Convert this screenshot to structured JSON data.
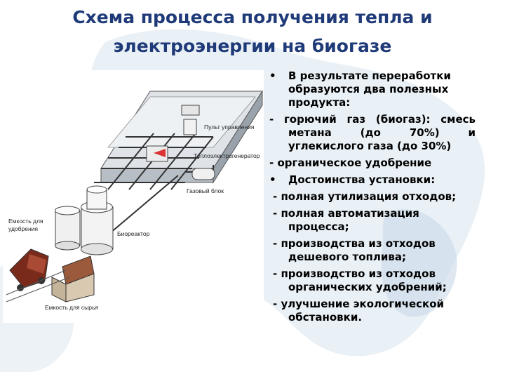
{
  "title": {
    "line1": "Схема процесса получения тепла и",
    "line2": "электроэнергии на биогазе"
  },
  "diagram": {
    "labels": {
      "control_panel": "Пульт управления",
      "cogenerator": "Теплоэлектрогенератор",
      "gas_unit": "Газовый блок",
      "fertilizer_tank": "Емкость для удобрения",
      "bioreactor": "Биореактор",
      "raw_tank": "Емкость для сырья"
    }
  },
  "content": {
    "bullet_symbol": "•",
    "items": [
      {
        "kind": "bullet",
        "text": "В результате переработки образуются два полезных продукта:"
      },
      {
        "kind": "dash",
        "text": "- горючий газ (биогаз): смесь метана (до 70%) и углекислого газа (до 30%)"
      },
      {
        "kind": "dash",
        "text": "- органическое удобрение"
      },
      {
        "kind": "bullet",
        "text": "Достоинства установки:"
      },
      {
        "kind": "dash2",
        "text": "- полная утилизация отходов;"
      },
      {
        "kind": "dash2",
        "text": "- полная автоматизация процесса;"
      },
      {
        "kind": "dash2",
        "text": "- производства из отходов дешевого топлива;"
      },
      {
        "kind": "dash2",
        "text": "- производство из отходов органических удобрений;"
      },
      {
        "kind": "dash2",
        "text": "- улучшение экологической обстановки."
      }
    ]
  },
  "colors": {
    "title": "#1f3a78",
    "map": "#c9d9e8"
  }
}
